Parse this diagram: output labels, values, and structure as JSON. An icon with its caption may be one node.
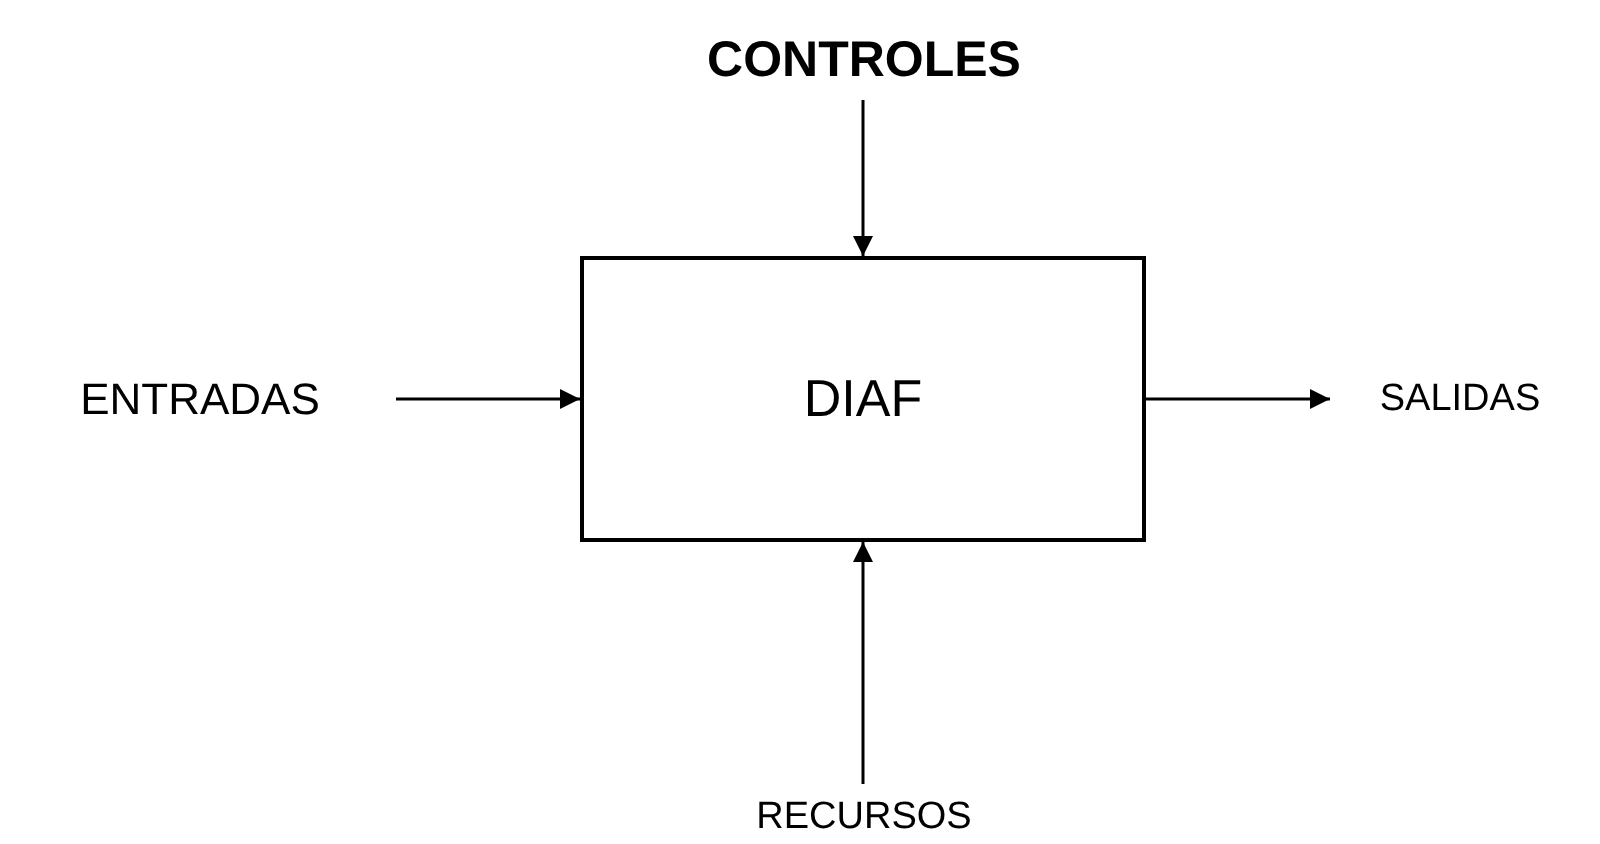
{
  "diagram": {
    "nodes": [
      {
        "text": [
          "DIAF"
        ]
      },
      {
        "text": [
          "CONTROLES"
        ]
      },
      {
        "text": [
          "ENTRADAS"
        ]
      },
      {
        "text": [
          "SALIDAS"
        ]
      },
      {
        "text": [
          "RECURSOS"
        ]
      }
    ],
    "edges": [
      {
        "from": 1,
        "to": 0,
        "arrow": "to"
      },
      {
        "from": 2,
        "to": 0,
        "arrow": "to"
      },
      {
        "from": 0,
        "to": 3,
        "arrow": "to"
      },
      {
        "from": 4,
        "to": 0,
        "arrow": "to"
      }
    ]
  }
}
